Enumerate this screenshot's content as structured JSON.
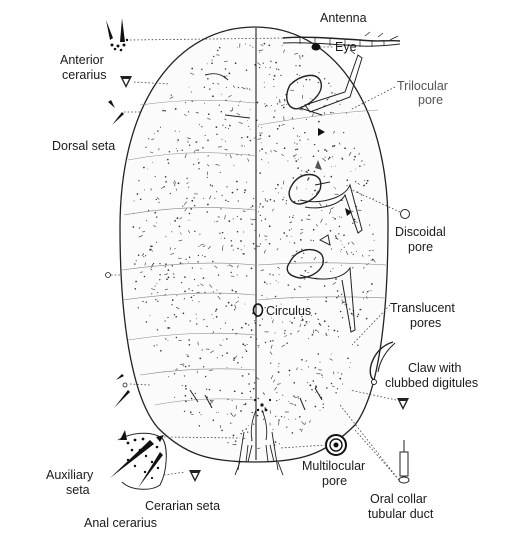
{
  "labels": {
    "antenna": "Antenna",
    "eye": "Eye",
    "anterior_cerarius_1": "Anterior",
    "anterior_cerarius_2": "cerarius",
    "trilocular_1": "Trilocular",
    "trilocular_2": "pore",
    "dorsal_seta": "Dorsal seta",
    "discoidal_1": "Discoidal",
    "discoidal_2": "pore",
    "circulus": "Circulus",
    "translucent_1": "Translucent",
    "translucent_2": "pores",
    "claw_1": "Claw with",
    "claw_2": "clubbed digitules",
    "auxiliary_1": "Auxiliary",
    "auxiliary_2": "seta",
    "multilocular_1": "Multilocular",
    "multilocular_2": "pore",
    "cerarian_seta": "Cerarian seta",
    "oral_collar_1": "Oral collar",
    "oral_collar_2": "tubular duct",
    "anal_cerarius": "Anal cerarius"
  },
  "colors": {
    "ink": "#1a1a1a",
    "label_gray": "#555555",
    "body_fill": "#fbfbfb"
  }
}
